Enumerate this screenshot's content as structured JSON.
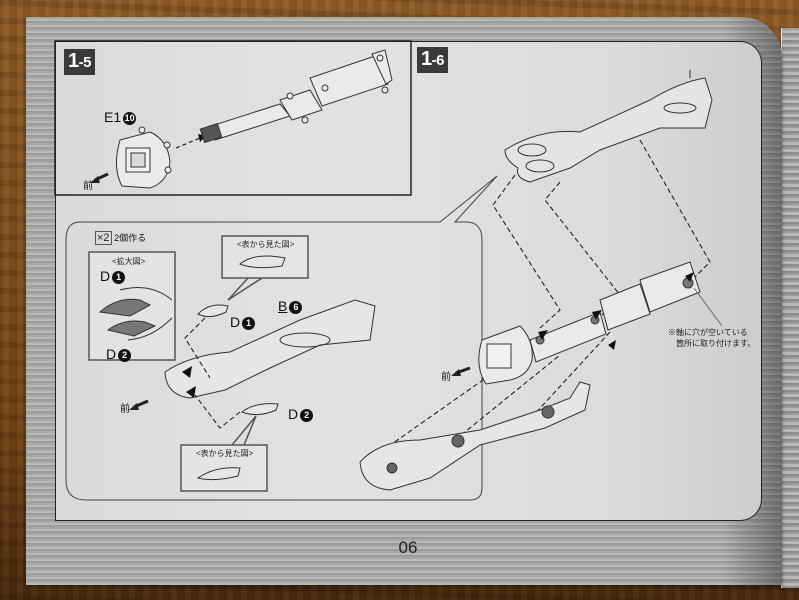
{
  "document": {
    "type": "assembly-instruction-page",
    "page_number": "06"
  },
  "steps": [
    {
      "id": "1-5",
      "badge_main": "1",
      "badge_sub": "-5",
      "part_label": "E1",
      "part_number": "10",
      "front_label": "前"
    },
    {
      "id": "1-6",
      "badge_main": "1",
      "badge_sub": "-6",
      "front_label": "前",
      "note_lines": [
        "※軸に穴が空いている",
        "箇所に取り付けます。"
      ]
    }
  ],
  "subassembly": {
    "multiplier": "×2",
    "make_count_text": "2個作る",
    "zoom_view_title": "<拡大図>",
    "front_view_title": "<表から見た図>",
    "front_label": "前",
    "parts": [
      {
        "letter": "D",
        "number": "1"
      },
      {
        "letter": "D",
        "number": "2"
      },
      {
        "letter": "B",
        "number": "6"
      }
    ]
  },
  "colors": {
    "ink": "#222222",
    "paper": "#e2e0de",
    "badge_bg": "#3a3a3a",
    "part_highlight": "#707070"
  }
}
